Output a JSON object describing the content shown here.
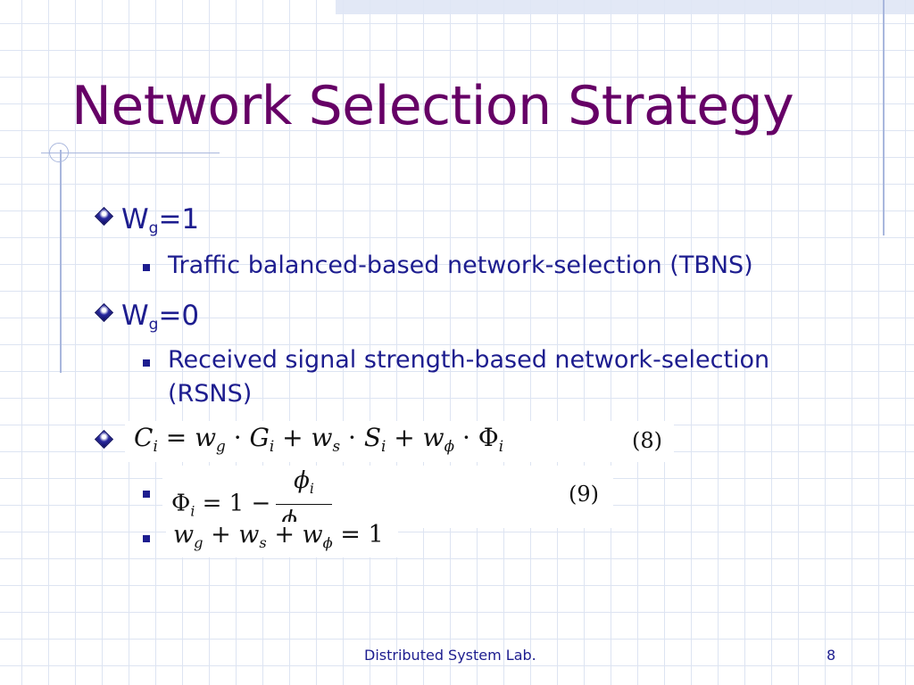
{
  "slide": {
    "title": "Network Selection Strategy",
    "bullets": [
      {
        "label": "W",
        "sub": "g",
        "rest": "=1",
        "subitem": "Traffic balanced-based network-selection (TBNS)"
      },
      {
        "label": "W",
        "sub": "g",
        "rest": "=0",
        "subitem": "Received signal strength-based network-selection (RSNS)"
      }
    ],
    "equations": {
      "eq8_number": "(8)",
      "eq9_number": "(9)"
    },
    "footer": {
      "lab": "Distributed System Lab.",
      "page": "8"
    }
  }
}
